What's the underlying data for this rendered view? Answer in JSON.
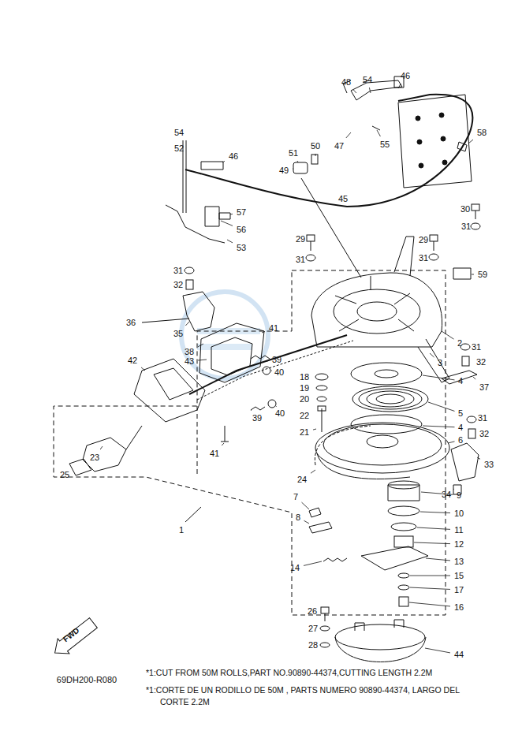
{
  "diagram": {
    "nodes": [
      {
        "text": [
          "FWD"
        ]
      }
    ],
    "labels": [
      "48",
      "54",
      "46",
      "54",
      "52",
      "46",
      "50",
      "51",
      "49",
      "47",
      "55",
      "58",
      "45",
      "57",
      "56",
      "53",
      "30",
      "31",
      "29",
      "31",
      "29",
      "31",
      "59",
      "31",
      "32",
      "36",
      "35",
      "38",
      "41",
      "43",
      "42",
      "39",
      "40",
      "18",
      "19",
      "20",
      "22",
      "21",
      "2",
      "3",
      "31",
      "32",
      "37",
      "4",
      "5",
      "4",
      "6",
      "31",
      "32",
      "39",
      "40",
      "41",
      "23",
      "25",
      "24",
      "33",
      "34",
      "1",
      "7",
      "8",
      "9",
      "10",
      "11",
      "12",
      "14",
      "13",
      "15",
      "17",
      "16",
      "26",
      "27",
      "28",
      "44",
      "69DH200-R080",
      "*1:CUT FROM 50M ROLLS,PART NO.90890-44374,CUTTING LENGTH 2.2M",
      "*1:CORTE DE UN RODILLO DE 50M , PARTS NUMERO 90890-44374, LARGO DEL CORTE 2.2M"
    ]
  }
}
